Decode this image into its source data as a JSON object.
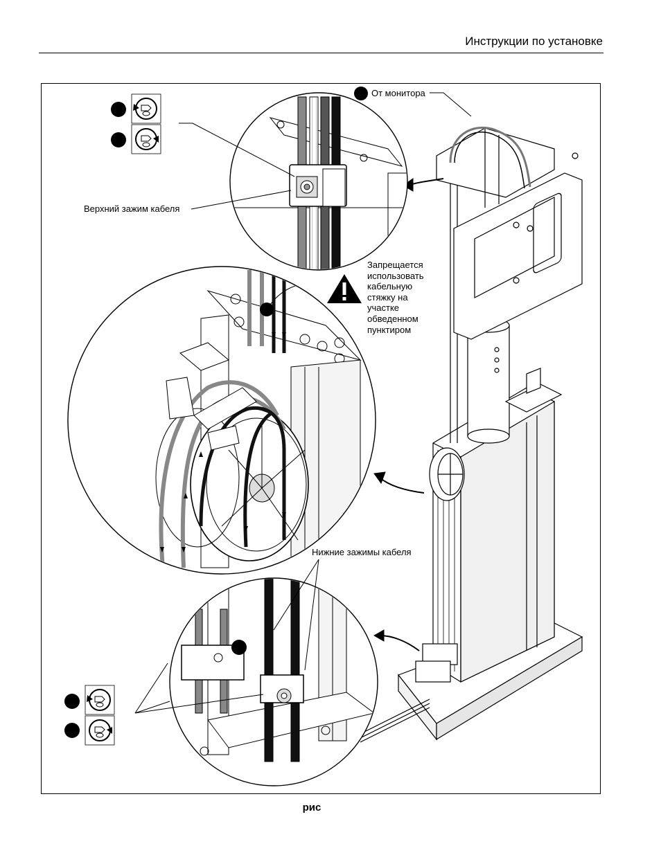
{
  "header": {
    "title": "Инструкции по установке"
  },
  "labels": {
    "from_monitor": "От монитора",
    "upper_clamp": "Верхний зажим кабеля",
    "lower_clamps": "Нижние зажимы кабеля",
    "warning": "Запрещается использовать кабельную стяжку на участке обведенном пунктиром"
  },
  "caption": "рис",
  "icons": [
    "loosen-screw-icon",
    "tighten-screw-icon",
    "warning-triangle-icon",
    "callout-dot-icon"
  ]
}
